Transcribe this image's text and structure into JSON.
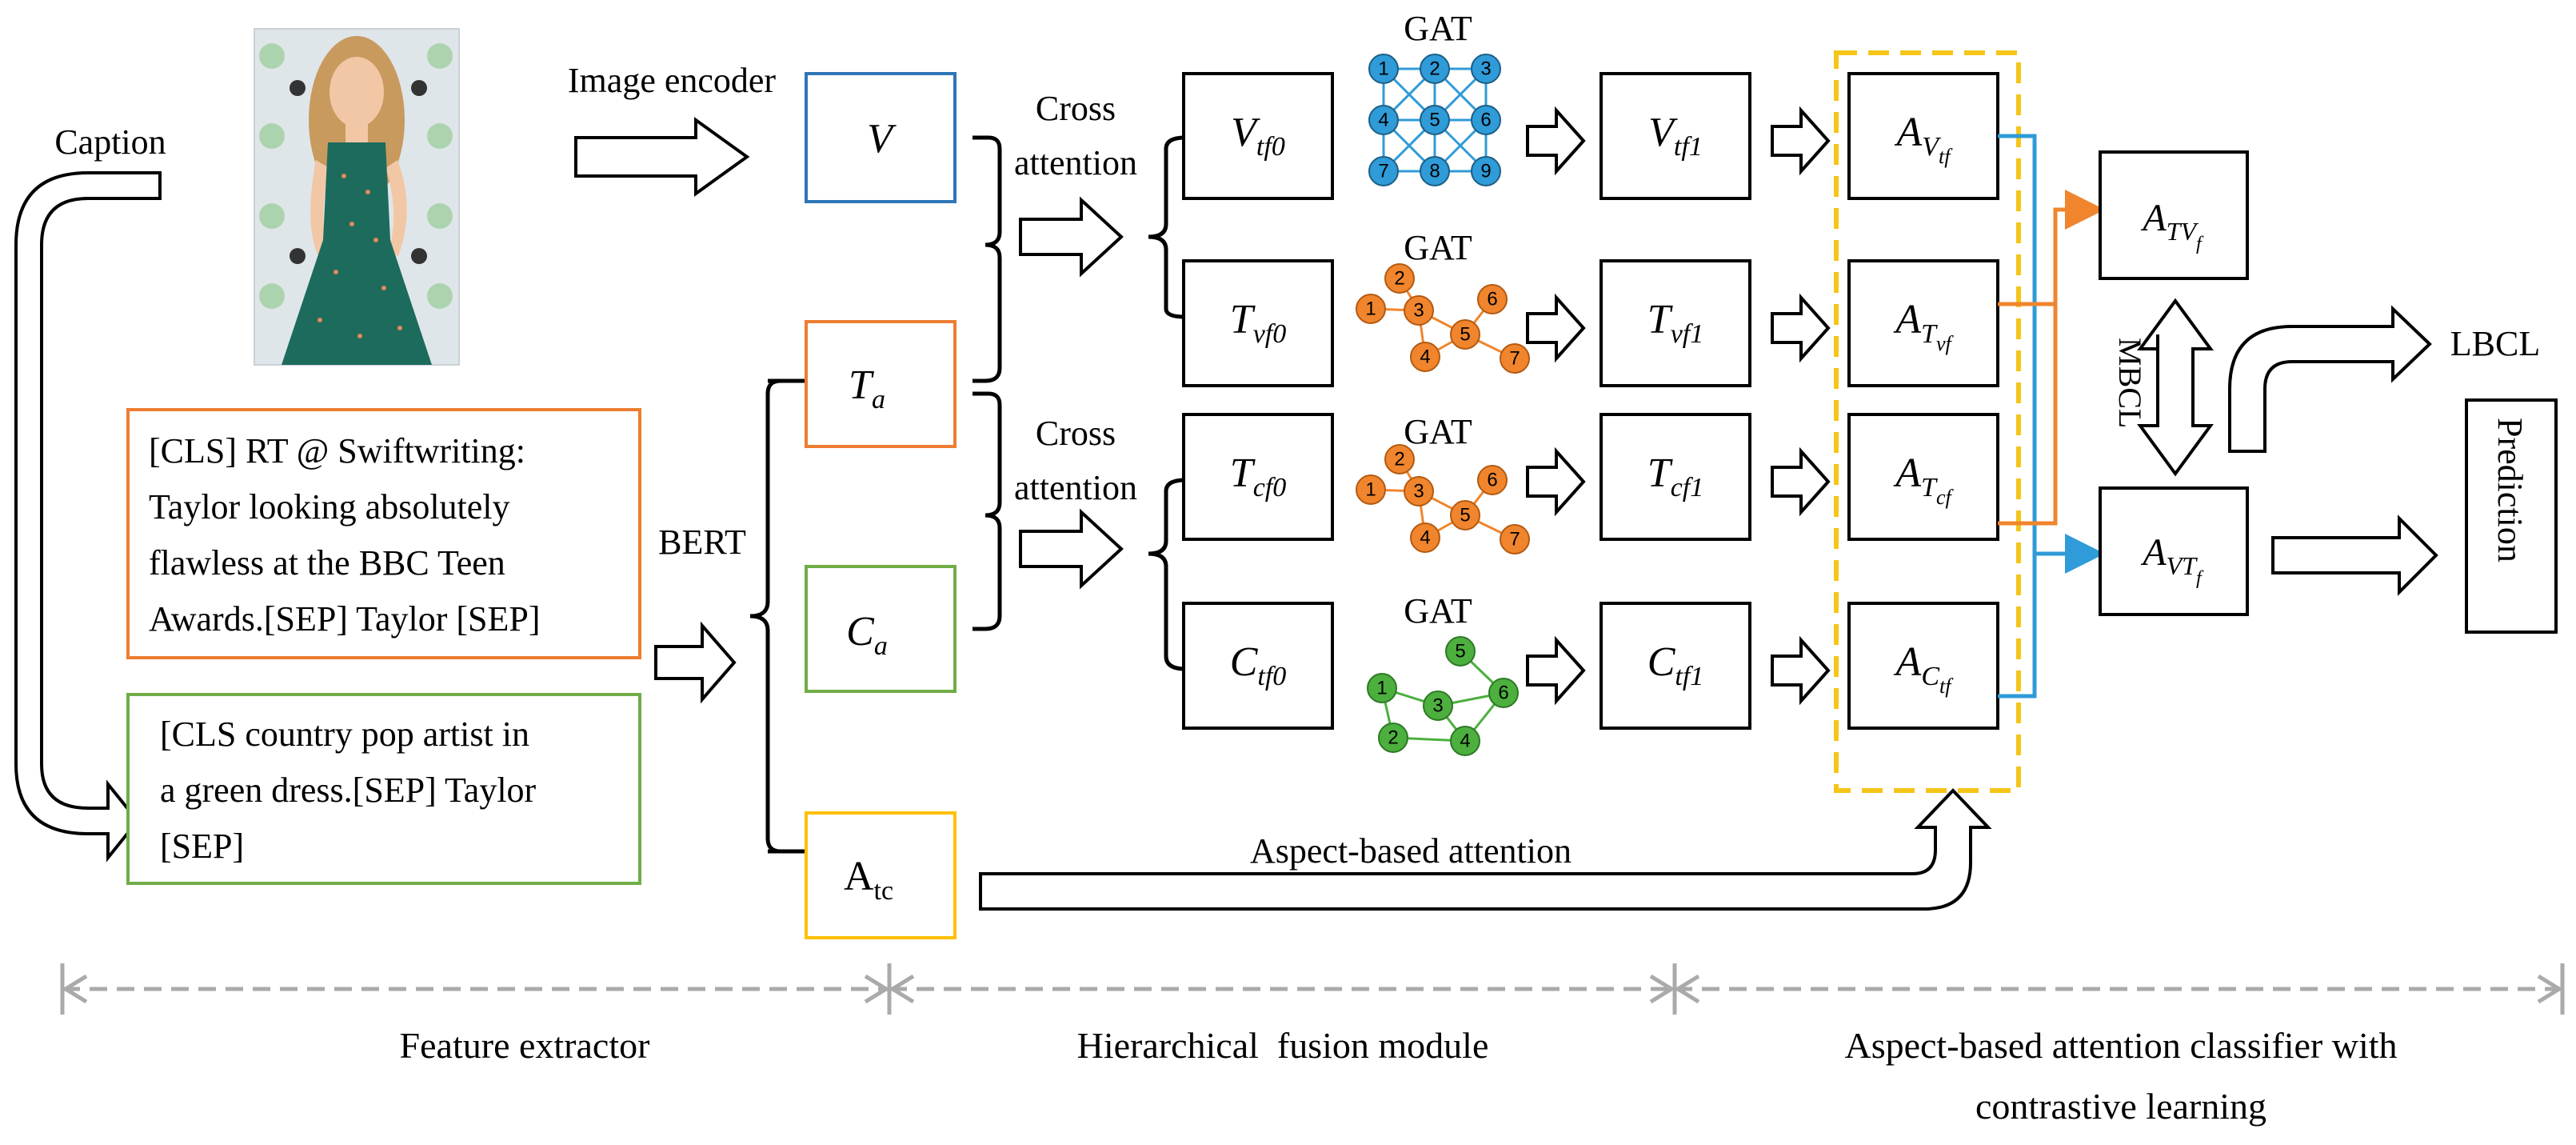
{
  "inputs": {
    "caption_label": "Caption",
    "image_encoder_label": "Image encoder",
    "bert_label": "BERT",
    "text_box_1": [
      "[CLS] RT @ Swiftwriting:",
      "Taylor looking absolutely",
      "flawless at the BBC Teen",
      "Awards.[SEP] Taylor [SEP]"
    ],
    "text_box_2": [
      "[CLS country pop artist in",
      "a green dress.[SEP] Taylor",
      "[SEP]"
    ]
  },
  "features": {
    "V": {
      "main": "V",
      "sub": ""
    },
    "Ta": {
      "main": "T",
      "sub": "a"
    },
    "Ca": {
      "main": "C",
      "sub": "a"
    },
    "Atc": {
      "main": "A",
      "sub": "tc"
    }
  },
  "fusion": {
    "cross_attention_1": [
      "Cross",
      "attention"
    ],
    "cross_attention_2": [
      "Cross",
      "attention"
    ],
    "gat_label": "GAT",
    "stage0": [
      {
        "main": "V",
        "sub": "tf0"
      },
      {
        "main": "T",
        "sub": "vf0"
      },
      {
        "main": "T",
        "sub": "cf0"
      },
      {
        "main": "C",
        "sub": "tf0"
      }
    ],
    "stage1": [
      {
        "main": "V",
        "sub": "tf1"
      },
      {
        "main": "T",
        "sub": "vf1"
      },
      {
        "main": "T",
        "sub": "cf1"
      },
      {
        "main": "C",
        "sub": "tf1"
      }
    ],
    "graph_blue_nodes": [
      "1",
      "2",
      "3",
      "4",
      "5",
      "6",
      "7",
      "8",
      "9"
    ],
    "graph_orange_nodes": [
      "2",
      "1",
      "3",
      "6",
      "5",
      "4",
      "7"
    ],
    "graph_green_nodes": [
      "5",
      "1",
      "3",
      "6",
      "2",
      "4"
    ]
  },
  "classifier": {
    "attention": [
      {
        "main": "A",
        "sub": "V",
        "subsub": "tf"
      },
      {
        "main": "A",
        "sub": "T",
        "subsub": "vf"
      },
      {
        "main": "A",
        "sub": "T",
        "subsub": "cf"
      },
      {
        "main": "A",
        "sub": "C",
        "subsub": "tf"
      }
    ],
    "A_TVf": {
      "main": "A",
      "sub": "TV",
      "subsub": "f"
    },
    "A_VTf": {
      "main": "A",
      "sub": "VT",
      "subsub": "f"
    },
    "aspect_attention_label": "Aspect-based attention",
    "mbcl_label": "MBCL",
    "lbcl_label": "LBCL",
    "prediction_label": "Prediction"
  },
  "sections": {
    "feature_extractor": "Feature extractor",
    "fusion_module": "Hierarchical  fusion module",
    "classifier_line1": "Aspect-based attention classifier with",
    "classifier_line2": "contrastive learning"
  },
  "colors": {
    "blue": "#2f9bd8",
    "orange": "#f0852d",
    "green": "#4caf3e",
    "yellow": "#f5c518",
    "gray": "#aaaaaa",
    "box_blue": "#2e75b6",
    "box_orange": "#ed7d31",
    "box_green": "#70ad47",
    "box_yellow": "#ffc000"
  },
  "image_description_alt": "photo-of-woman-in-green-dress"
}
